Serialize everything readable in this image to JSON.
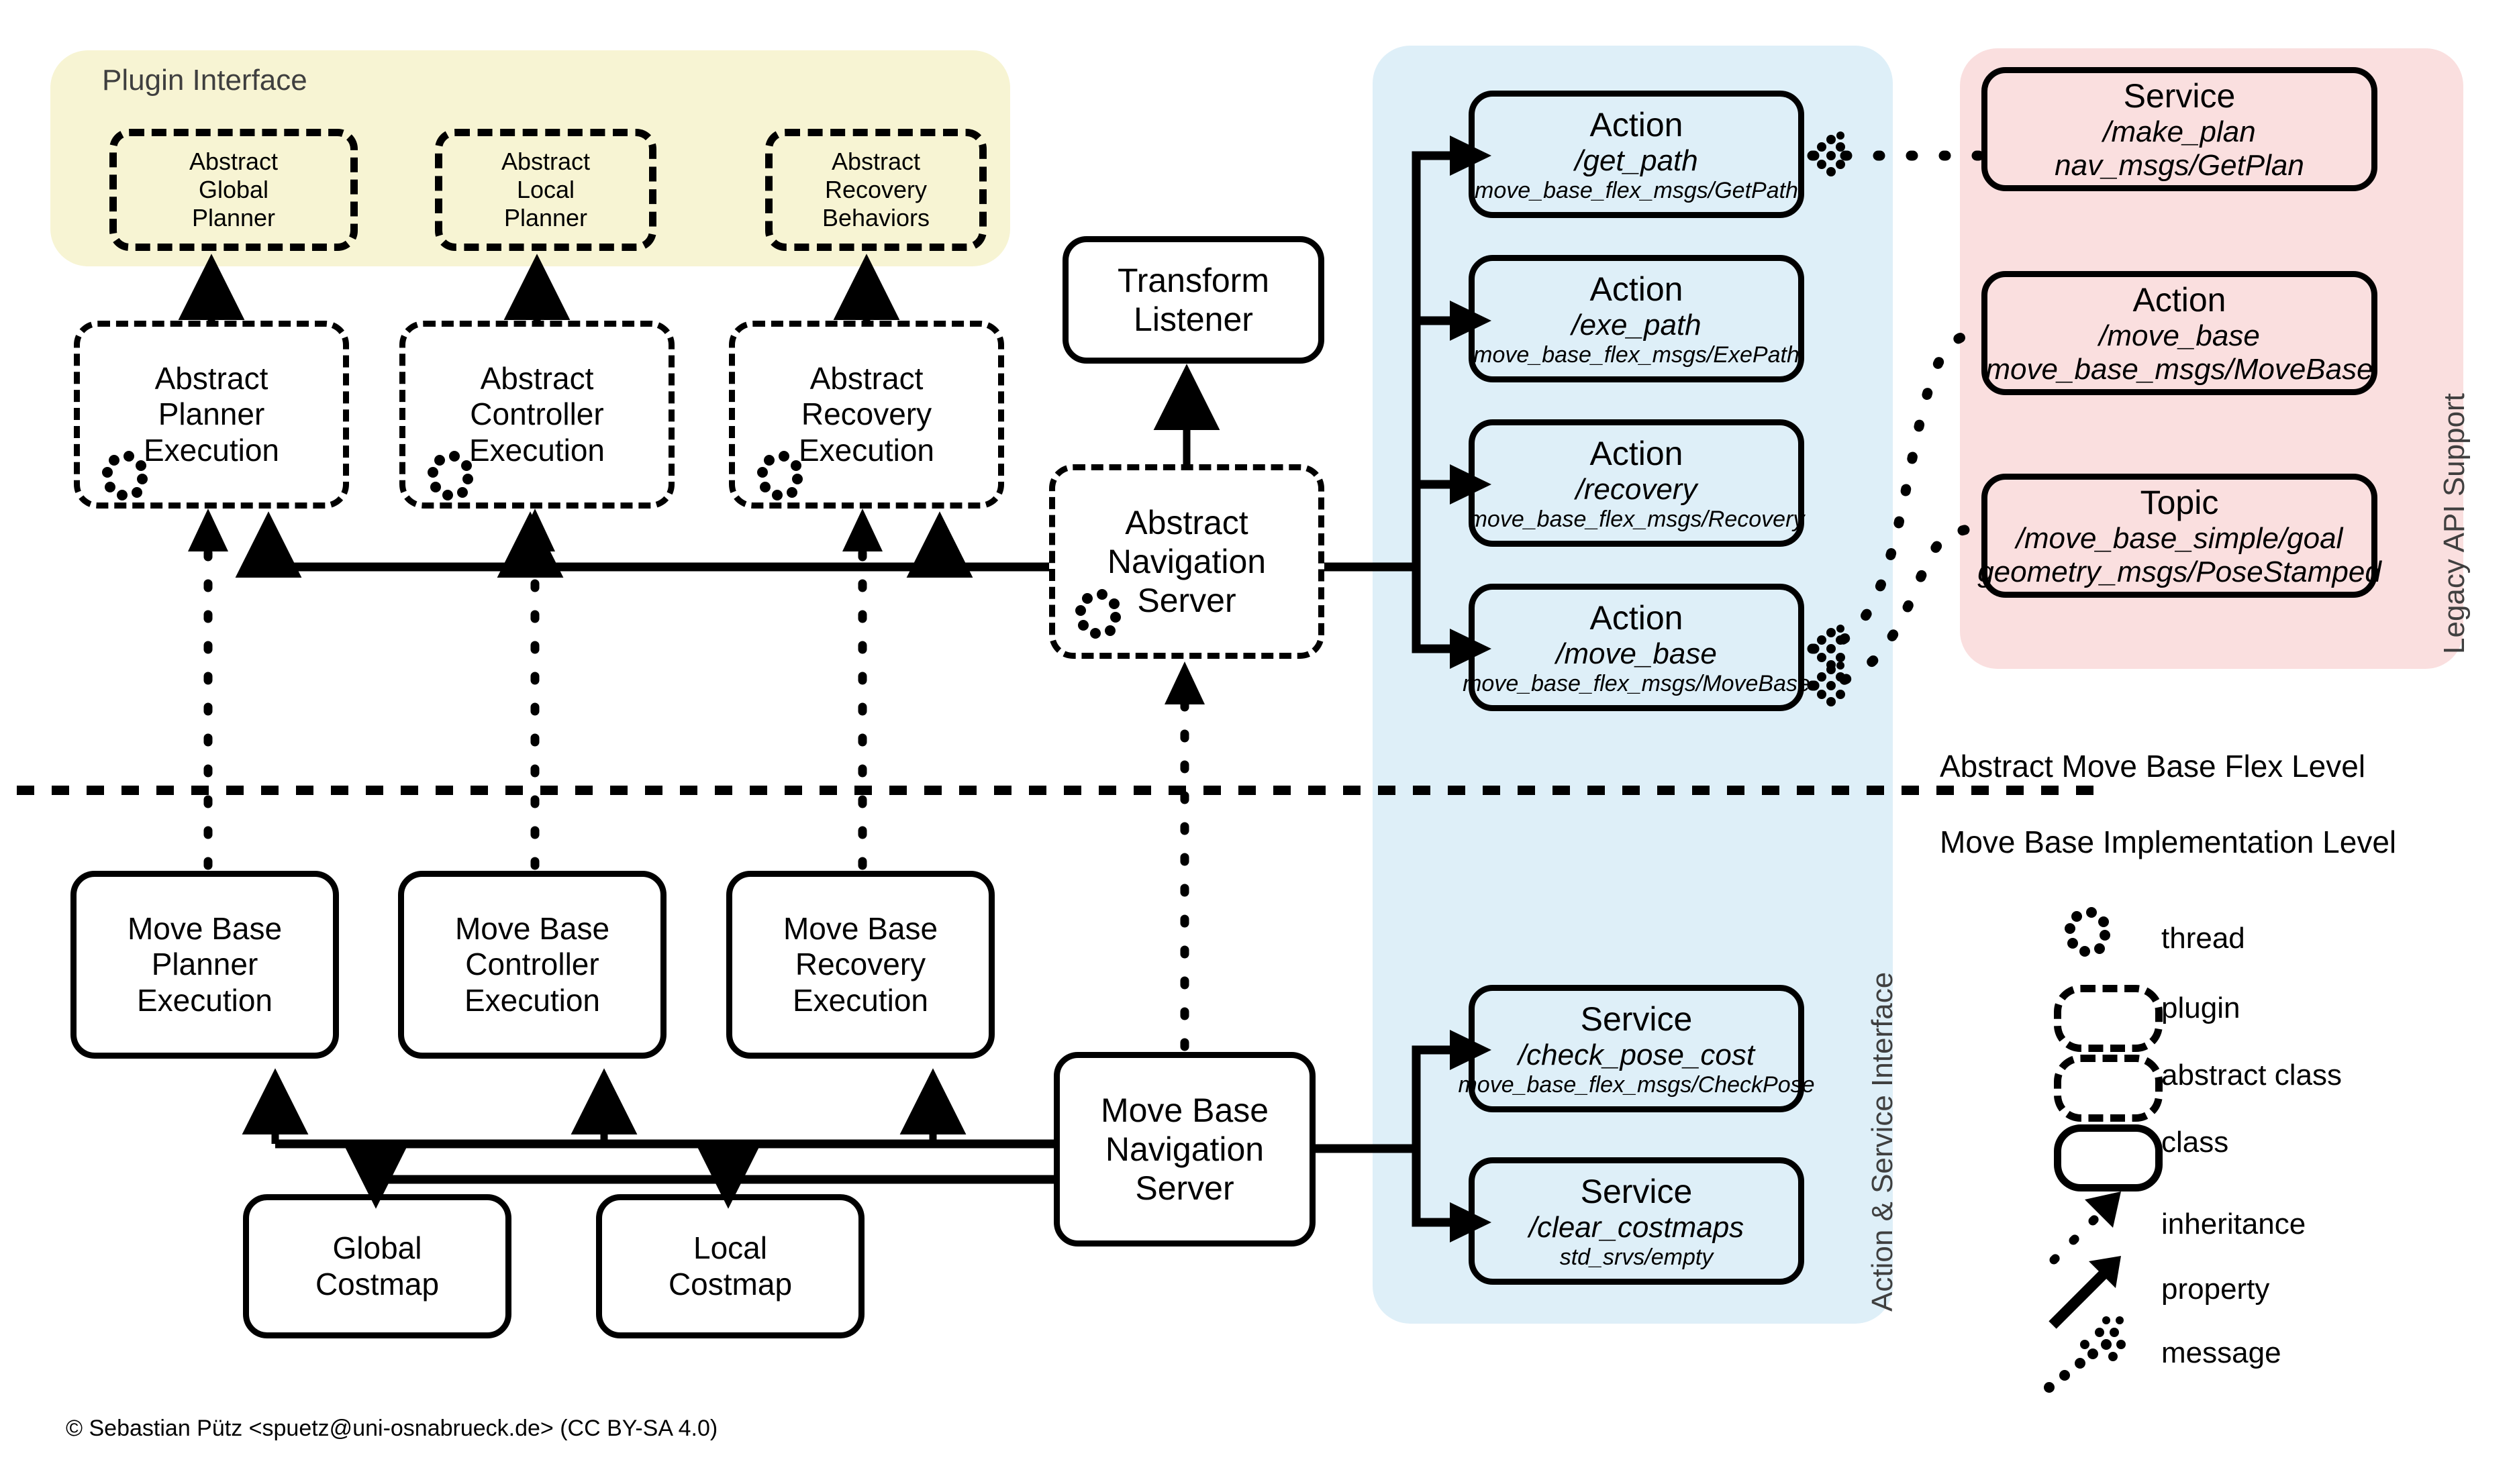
{
  "regions": {
    "plugin_interface": {
      "label": "Plugin Interface",
      "color": "#f7f4d3"
    },
    "action_service_interface": {
      "label": "Action & Service Interface",
      "color": "#deeff8"
    },
    "legacy_api_support": {
      "label": "Legacy API Support",
      "color": "#fadfdf"
    }
  },
  "levels": {
    "abstract": "Abstract Move Base Flex Level",
    "implementation": "Move Base Implementation Level"
  },
  "plugins": [
    {
      "name": "abstract-global-planner",
      "lines": [
        "Abstract",
        "Global",
        "Planner"
      ]
    },
    {
      "name": "abstract-local-planner",
      "lines": [
        "Abstract",
        "Local",
        "Planner"
      ]
    },
    {
      "name": "abstract-recovery-behaviors",
      "lines": [
        "Abstract",
        "Recovery",
        "Behaviors"
      ]
    }
  ],
  "abstract_executions": [
    {
      "name": "abstract-planner-execution",
      "lines": [
        "Abstract",
        "Planner",
        "Execution"
      ],
      "thread": true
    },
    {
      "name": "abstract-controller-execution",
      "lines": [
        "Abstract",
        "Controller",
        "Execution"
      ],
      "thread": true
    },
    {
      "name": "abstract-recovery-execution",
      "lines": [
        "Abstract",
        "Recovery",
        "Execution"
      ],
      "thread": true
    }
  ],
  "mb_executions": [
    {
      "name": "move-base-planner-execution",
      "lines": [
        "Move Base",
        "Planner",
        "Execution"
      ]
    },
    {
      "name": "move-base-controller-execution",
      "lines": [
        "Move Base",
        "Controller",
        "Execution"
      ]
    },
    {
      "name": "move-base-recovery-execution",
      "lines": [
        "Move Base",
        "Recovery",
        "Execution"
      ]
    }
  ],
  "costmaps": [
    {
      "name": "global-costmap",
      "lines": [
        "Global",
        "Costmap"
      ]
    },
    {
      "name": "local-costmap",
      "lines": [
        "Local",
        "Costmap"
      ]
    }
  ],
  "middle": {
    "transform_listener": {
      "lines": [
        "Transform",
        "Listener"
      ]
    },
    "abstract_navigation_server": {
      "lines": [
        "Abstract",
        "Navigation",
        "Server"
      ],
      "thread": true
    },
    "move_base_navigation_server": {
      "lines": [
        "Move Base",
        "Navigation",
        "Server"
      ]
    }
  },
  "actions": [
    {
      "kind": "Action",
      "path": "/get_path",
      "type": "move_base_flex_msgs/GetPath"
    },
    {
      "kind": "Action",
      "path": "/exe_path",
      "type": "move_base_flex_msgs/ExePath"
    },
    {
      "kind": "Action",
      "path": "/recovery",
      "type": "move_base_flex_msgs/Recovery"
    },
    {
      "kind": "Action",
      "path": "/move_base",
      "type": "move_base_flex_msgs/MoveBase"
    }
  ],
  "services": [
    {
      "kind": "Service",
      "path": "/check_pose_cost",
      "type": "move_base_flex_msgs/CheckPose"
    },
    {
      "kind": "Service",
      "path": "/clear_costmaps",
      "type": "std_srvs/empty"
    }
  ],
  "legacy": [
    {
      "kind": "Service",
      "path": "/make_plan",
      "type": "nav_msgs/GetPlan"
    },
    {
      "kind": "Action",
      "path": "/move_base",
      "type": "move_base_msgs/MoveBase"
    },
    {
      "kind": "Topic",
      "path": "/move_base_simple/goal",
      "type": "geometry_msgs/PoseStamped"
    }
  ],
  "legend": [
    {
      "icon": "thread-icon",
      "label": "thread"
    },
    {
      "icon": "plugin-shape-icon",
      "label": "plugin"
    },
    {
      "icon": "abstract-class-shape-icon",
      "label": "abstract class"
    },
    {
      "icon": "class-shape-icon",
      "label": "class"
    },
    {
      "icon": "inheritance-arrow-icon",
      "label": "inheritance"
    },
    {
      "icon": "property-arrow-icon",
      "label": "property"
    },
    {
      "icon": "message-arrow-icon",
      "label": "message"
    }
  ],
  "copyright": "© Sebastian Pütz <spuetz@uni-osnabrueck.de> (CC BY-SA 4.0)"
}
